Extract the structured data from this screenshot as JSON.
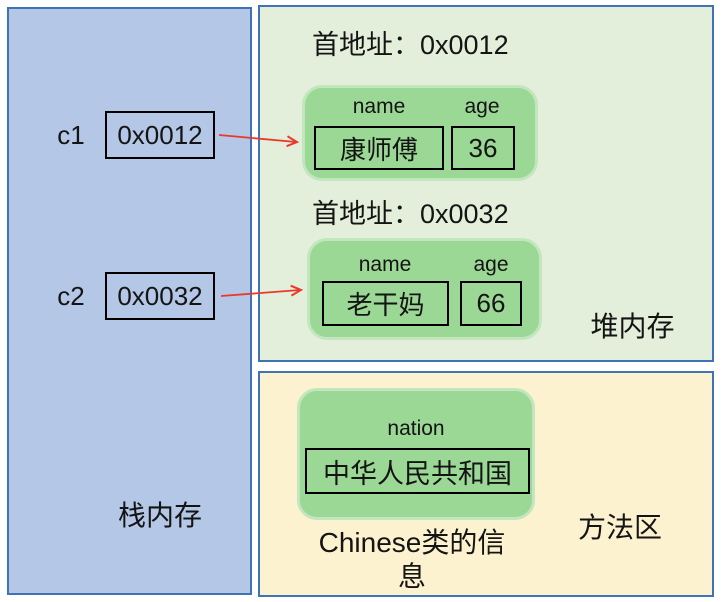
{
  "diagram": {
    "stack": {
      "label": "栈内存",
      "variables": [
        {
          "name": "c1",
          "value": "0x0012"
        },
        {
          "name": "c2",
          "value": "0x0032"
        }
      ]
    },
    "heap": {
      "label": "堆内存",
      "objects": [
        {
          "title": "首地址：0x0012",
          "fields": [
            {
              "label": "name",
              "value": "康师傅"
            },
            {
              "label": "age",
              "value": "36"
            }
          ]
        },
        {
          "title": "首地址：0x0032",
          "fields": [
            {
              "label": "name",
              "value": "老干妈"
            },
            {
              "label": "age",
              "value": "66"
            }
          ]
        }
      ]
    },
    "method_area": {
      "label": "方法区",
      "caption": "Chinese类的信息",
      "class_object": {
        "fields": [
          {
            "label": "nation",
            "value": "中华人民共和国"
          }
        ]
      }
    }
  },
  "colors": {
    "stack_fill": "#b4c7e7",
    "heap_fill": "#e3efda",
    "method_fill": "#fdf2cf",
    "panel_border": "#3e74b5",
    "object_fill": "#9bd795",
    "object_border": "#c2e6bd",
    "box_border": "#000000",
    "arrow": "#e8392b",
    "text": "#141414"
  }
}
